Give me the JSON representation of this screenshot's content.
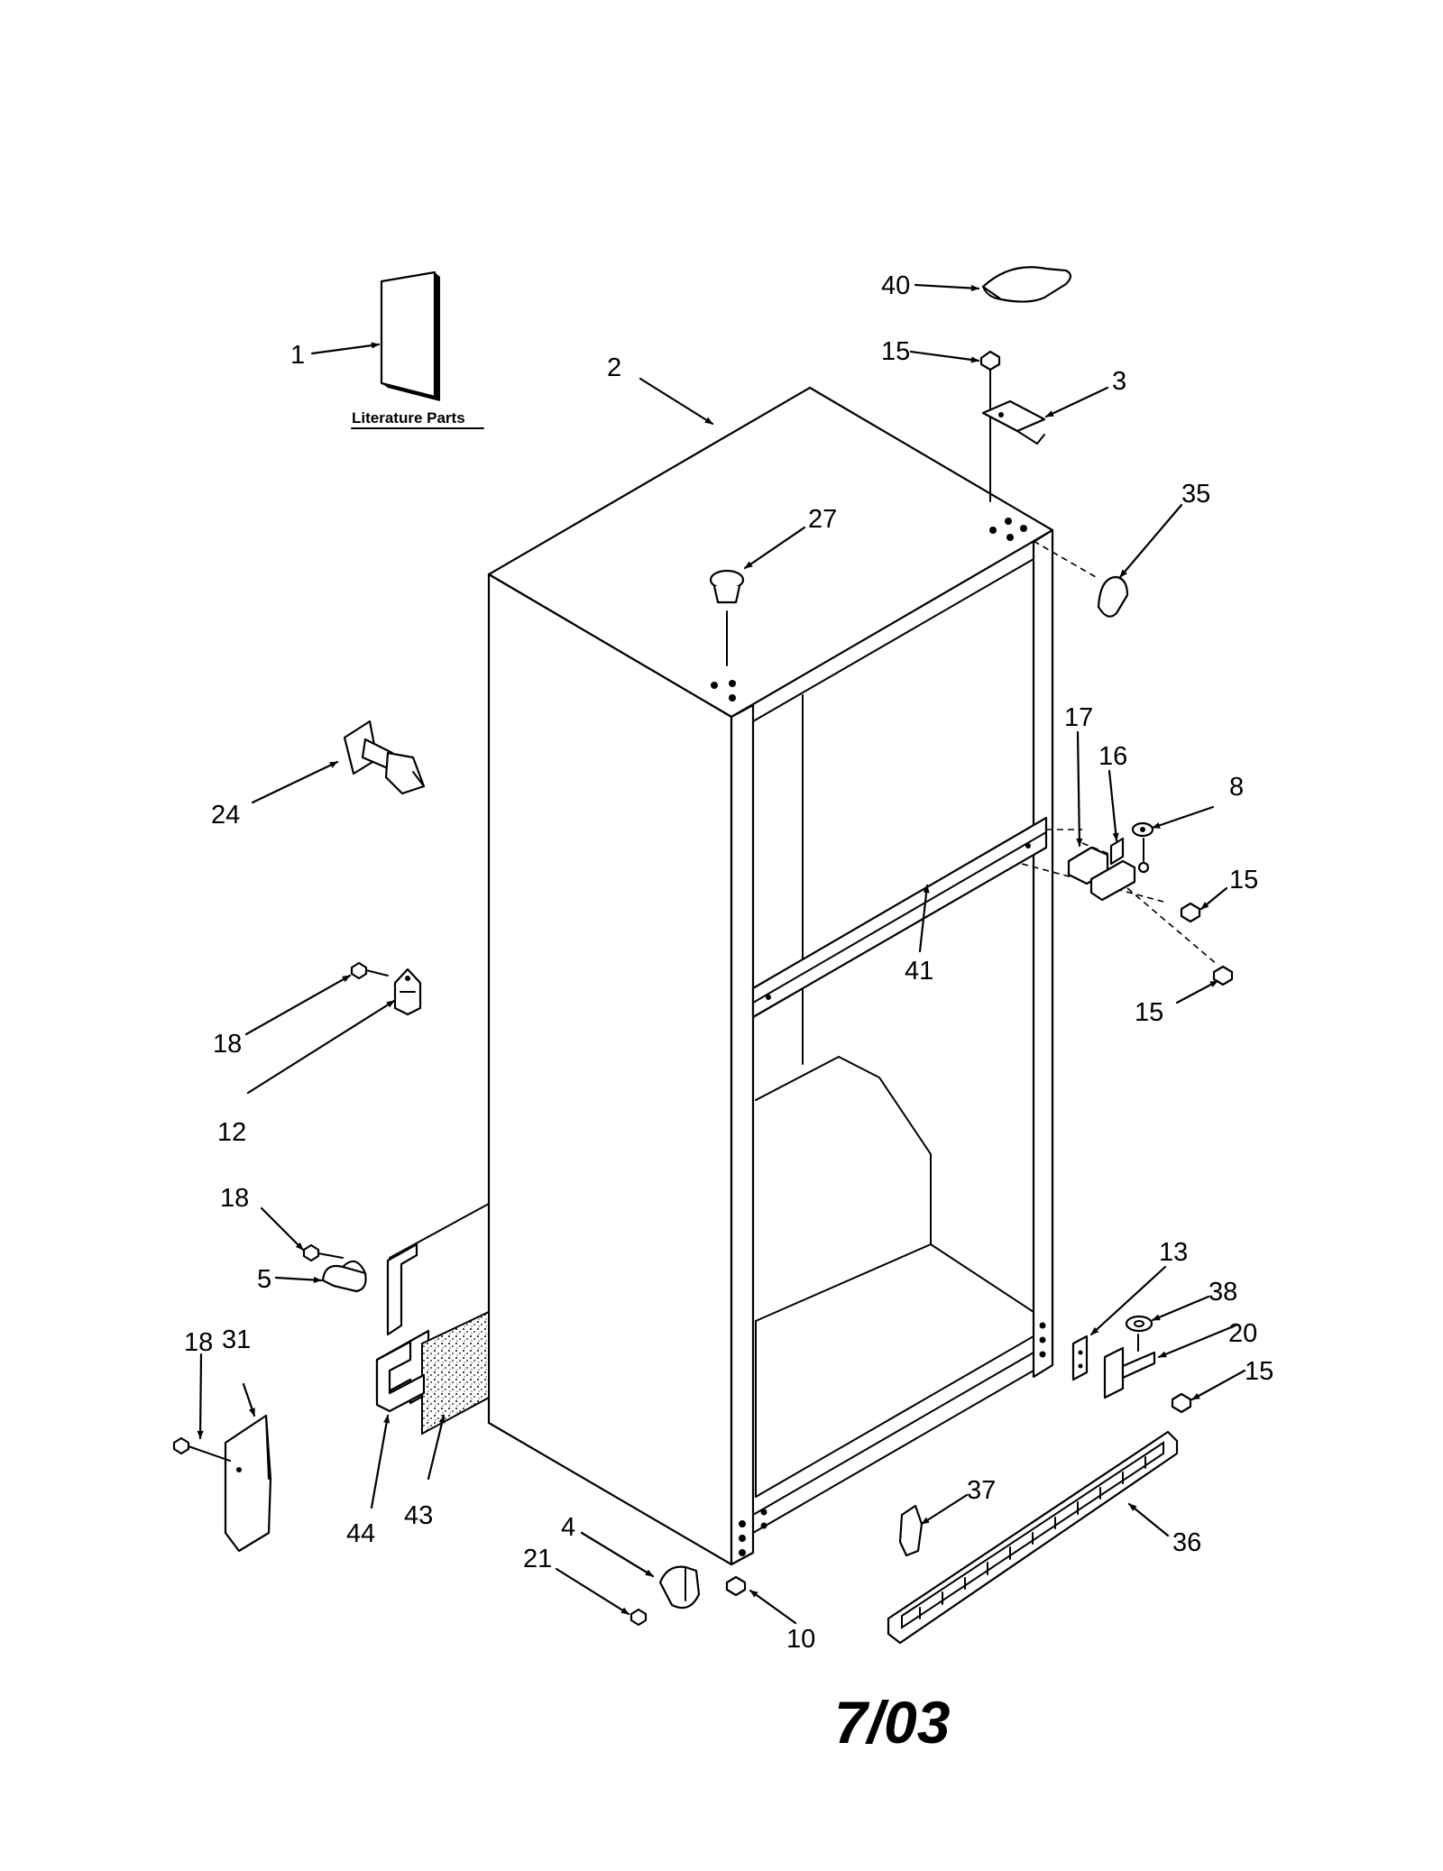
{
  "literature_label": "Literature Parts",
  "date_stamp": "7/03",
  "callouts": {
    "c1": "1",
    "c2": "2",
    "c3": "3",
    "c4": "4",
    "c5": "5",
    "c8": "8",
    "c10": "10",
    "c12": "12",
    "c13": "13",
    "c15a": "15",
    "c15b": "15",
    "c15c": "15",
    "c15d": "15",
    "c16": "16",
    "c17": "17",
    "c18a": "18",
    "c18b": "18",
    "c18c": "18",
    "c20": "20",
    "c21": "21",
    "c24": "24",
    "c27": "27",
    "c31": "31",
    "c35": "35",
    "c36": "36",
    "c37": "37",
    "c38": "38",
    "c40": "40",
    "c41": "41",
    "c43": "43",
    "c44": "44"
  }
}
